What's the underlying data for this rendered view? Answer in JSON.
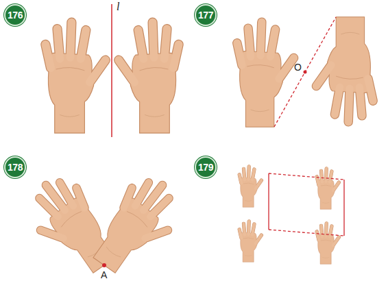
{
  "diagram": {
    "nodes": [
      {
        "text": [
          "176"
        ]
      },
      {
        "text": [
          "177"
        ]
      },
      {
        "text": [
          "178"
        ]
      },
      {
        "text": [
          "179"
        ]
      }
    ],
    "labels": [
      "l",
      "O",
      "A"
    ]
  }
}
